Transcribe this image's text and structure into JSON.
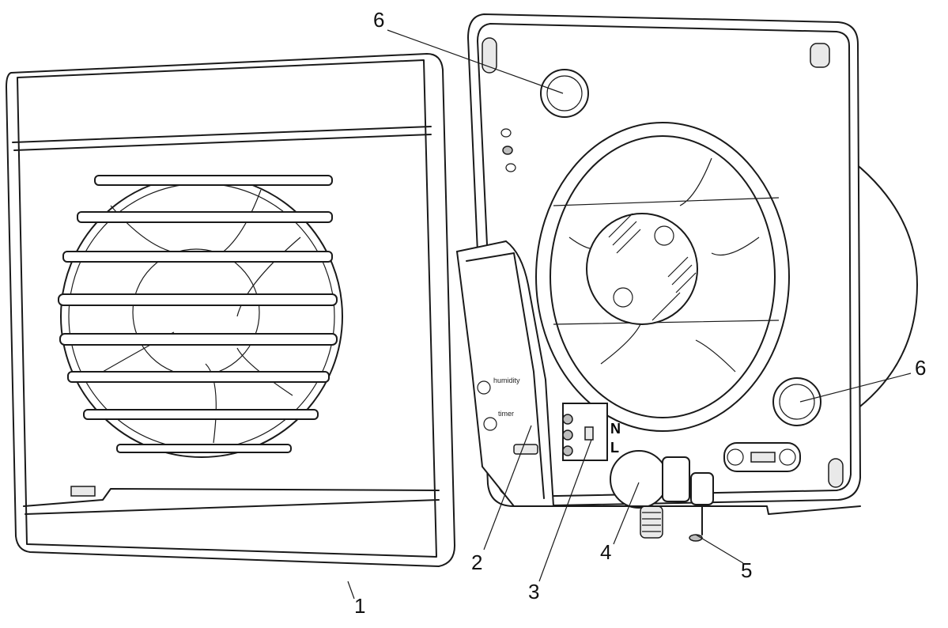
{
  "callouts": [
    {
      "id": "1",
      "text": "1"
    },
    {
      "id": "2",
      "text": "2"
    },
    {
      "id": "3",
      "text": "3"
    },
    {
      "id": "4",
      "text": "4"
    },
    {
      "id": "5",
      "text": "5"
    },
    {
      "id": "6a",
      "text": "6"
    },
    {
      "id": "6b",
      "text": "6"
    }
  ],
  "board_labels": {
    "humidity": "humidity",
    "timer": "timer"
  },
  "terminal_marks": {
    "n": "N",
    "l": "L"
  }
}
